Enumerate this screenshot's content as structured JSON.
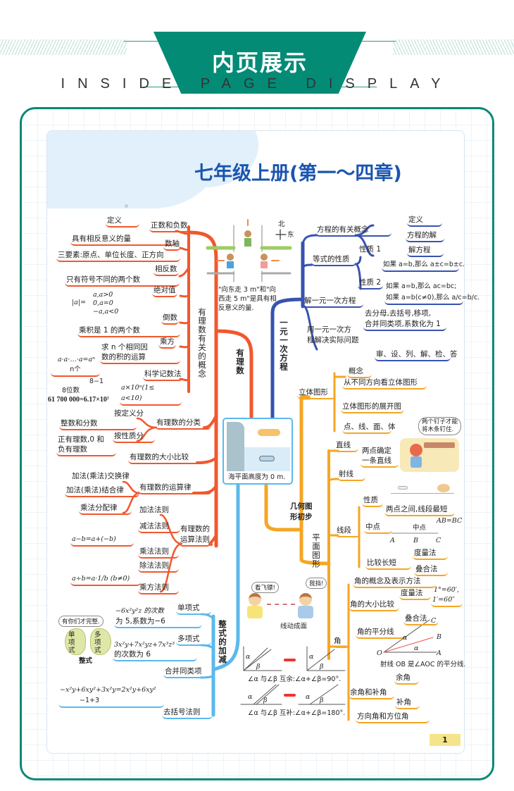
{
  "header": {
    "title": "内页展示",
    "subtitle": "INSIDE PAGE DISPLAY"
  },
  "page": {
    "title": "七年级上册(第一～四章)",
    "page_number": "1"
  },
  "colors": {
    "brand": "#038b76",
    "rational": "#f0582e",
    "equation": "#3753b0",
    "geometry": "#f5a623",
    "polynomial": "#5bb9ec",
    "title": "#1a55b0"
  },
  "rational": [
    "定义",
    "正数和负数",
    "具有相反意义的量",
    "数轴",
    "三要素:原点、单位长度、正方向",
    "相反数",
    "只有符号不同的两个数",
    "绝对值",
    "|a|=",
    "a,a>0",
    "0,a=0",
    "−a,a<0",
    "倒数",
    "乘积是 1 的两个数",
    "乘方",
    "求 n 个相同因",
    "数的积的运算",
    "a·a·…·a=aⁿ",
    "n个",
    "科学记数法",
    "8−1",
    "8位数",
    "61 700 000=6.17×10⁷",
    "a×10ⁿ(1≤",
    "a<10)",
    "有理数有关的概念",
    "有理数",
    "按定义分",
    "整数和分数",
    "有理数的分类",
    "按性质分",
    "正有理数,0 和",
    "负有理数",
    "有理数的大小比较",
    "加法(乘法)交换律",
    "加法(乘法)结合律",
    "有理数的运算律",
    "乘法分配律",
    "加法法则",
    "减法法则",
    "a−b=a+(−b)",
    "有理数的",
    "运算法则",
    "乘法法则",
    "除法法则",
    "a÷b=a·1/b (b≠0)",
    "乘方法则"
  ],
  "polynomial": [
    "单项式",
    "−6x²y²z 的次数",
    "为 5,系数为−6",
    "有你们才完整.",
    "单项式",
    "多项式",
    "整式",
    "整式的加减",
    "多项式",
    "3x²y+7x²yz+7x³z³",
    "的次数为 6",
    "合并同类项",
    "−x²y+6xy²+3x²y=2x²y+6xy²",
    "−1+3",
    "去括号法则"
  ],
  "equation": [
    "方程的有关概念",
    "定义",
    "方程的解",
    "解方程",
    "等式的性质",
    "性质 1",
    "如果 a=b,那么 a±c=b±c.",
    "性质 2",
    "如果 a=b,那么 ac=bc;",
    "如果 a=b(c≠0),那么 a/c=b/c.",
    "解一元一次方程",
    "去分母,去括号,移项,",
    "合并同类项,系数化为 1",
    "用一元一次方",
    "程解决实际问题",
    "审、设、列、解、检、答",
    "一元一次方程"
  ],
  "geometry": [
    "几何图",
    "形初步",
    "立体图形",
    "概念",
    "从不同方向看立体图形",
    "立体图形的展开图",
    "点、线、面、体",
    "两个钉子才能",
    "将木条钉住.",
    "平面图形",
    "直线",
    "两点确定",
    "一条直线",
    "射线",
    "线段",
    "性质",
    "两点之间,线段最短",
    "中点",
    "中点",
    "AB=BC",
    "A",
    "B",
    "C",
    "比较长短",
    "度量法",
    "叠合法",
    "角",
    "角的概念及表示方法",
    "角的大小比较",
    "度量法",
    "1°=60′,",
    "1′=60″",
    "叠合法",
    "角的平分线",
    "O",
    "A",
    "B",
    "C",
    "α",
    "α",
    "射线 OB 是∠AOC 的平分线.",
    "余角和补角",
    "余角",
    "补角",
    "方向角和方位角"
  ],
  "center": [
    "北",
    "东",
    "\"向东走 3 m\"和\"向",
    "西走 5 m\"是具有相",
    "反意义的量.",
    "海平面高度为 0 m.",
    "看飞镖!",
    "我挡!",
    "线动成面",
    "∠α 与∠β 互余:∠α+∠β=90°.",
    "∠α 与∠β 互补:∠α+∠β=180°.",
    "α",
    "β"
  ]
}
